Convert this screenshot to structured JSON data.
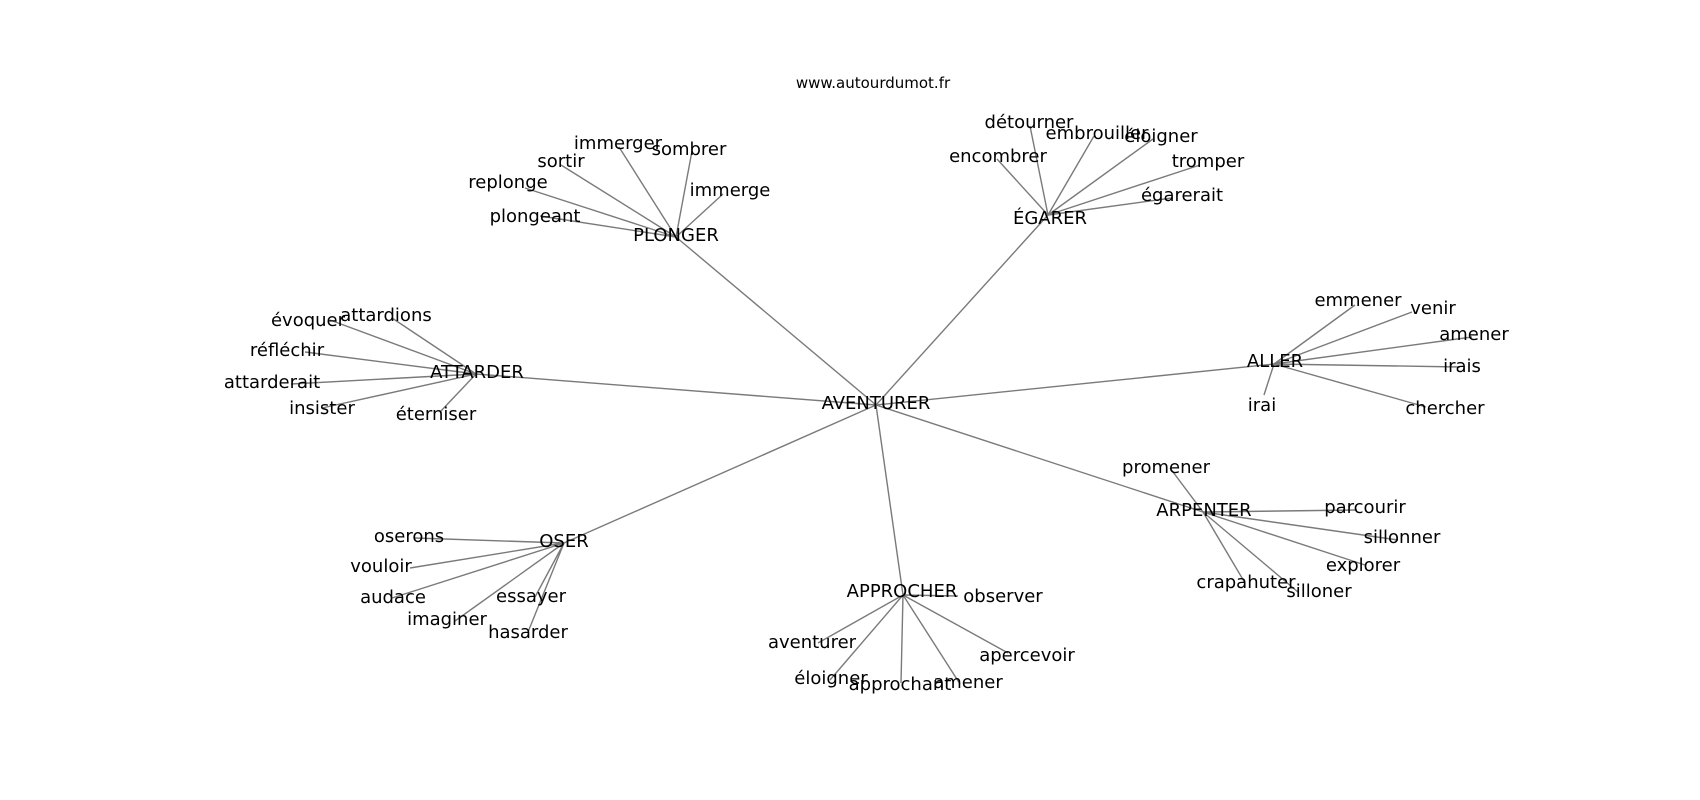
{
  "site": "www.autourdumot.fr",
  "root": "AVENTURER",
  "groups": [
    {
      "hub": "PLONGER",
      "leaves": [
        "immerger",
        "sombrer",
        "sortir",
        "replonge",
        "immerge",
        "plongeant"
      ]
    },
    {
      "hub": "ÉGARER",
      "leaves": [
        "détourner",
        "embrouiller",
        "éloigner",
        "encombrer",
        "tromper",
        "égarerait"
      ]
    },
    {
      "hub": "ATTARDER",
      "leaves": [
        "évoquer",
        "attardions",
        "réfléchir",
        "attarderait",
        "insister",
        "éterniser"
      ]
    },
    {
      "hub": "ALLER",
      "leaves": [
        "emmener",
        "venir",
        "amener",
        "irais",
        "irai",
        "chercher"
      ]
    },
    {
      "hub": "ARPENTER",
      "leaves": [
        "promener",
        "parcourir",
        "sillonner",
        "explorer",
        "crapahuter",
        "silloner"
      ]
    },
    {
      "hub": "OSER",
      "leaves": [
        "oserons",
        "vouloir",
        "audace",
        "essayer",
        "imaginer",
        "hasarder"
      ]
    },
    {
      "hub": "APPROCHER",
      "leaves": [
        "observer",
        "aventurer",
        "apercevoir",
        "éloigner",
        "approchant",
        "amener"
      ]
    }
  ]
}
